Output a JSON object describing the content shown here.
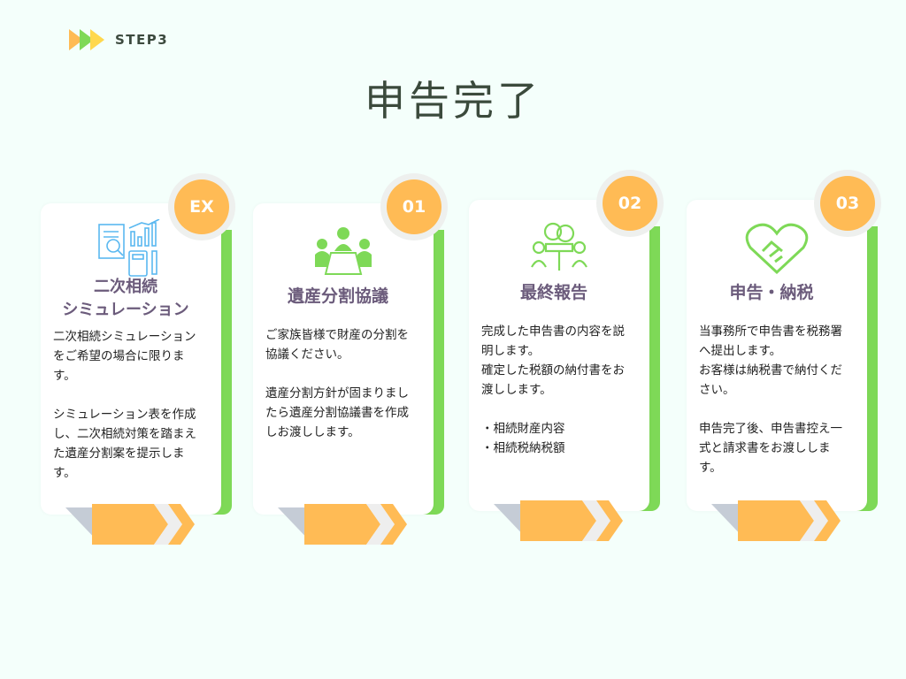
{
  "header": {
    "step_label": "STEP3",
    "title": "申告完了"
  },
  "colors": {
    "accent_orange": "#ffbb55",
    "accent_green": "#7ed957",
    "title_purple": "#6b5b7b"
  },
  "cards": [
    {
      "badge": "EX",
      "icon": "simulation-chart-icon",
      "title": "二次相続\nシミュレーション",
      "text": "二次相続シミュレーションをご希望の場合に限ります。\n\nシミュレーション表を作成し、二次相続対策を踏まえた遺産分割案を提示します。"
    },
    {
      "badge": "01",
      "icon": "meeting-group-icon",
      "title": "遺産分割協議",
      "text": "ご家族皆様で財産の分割を協議ください。\n\n遺産分割方針が固まりましたら遺産分割協議書を作成しお渡しします。"
    },
    {
      "badge": "02",
      "icon": "consultation-icon",
      "title": "最終報告",
      "text": "完成した申告書の内容を説明します。\n確定した税額の納付書をお渡しします。\n\n・相続財産内容\n・相続税納税額"
    },
    {
      "badge": "03",
      "icon": "handshake-heart-icon",
      "title": "申告・納税",
      "text": "当事務所で申告書を税務署へ提出します。\nお客様は納税書で納付ください。\n\n申告完了後、申告書控え一式と請求書をお渡しします。"
    }
  ]
}
